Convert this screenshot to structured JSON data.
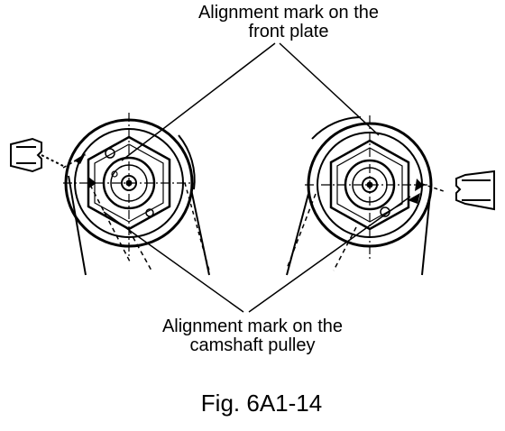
{
  "labels": {
    "front_plate_line1": "Alignment mark on the",
    "front_plate_line2": "front plate",
    "camshaft_line1": "Alignment mark on the",
    "camshaft_line2": "camshaft pulley",
    "figure": "Fig. 6A1-14"
  },
  "colors": {
    "ink": "#000000",
    "paper": "#ffffff"
  }
}
